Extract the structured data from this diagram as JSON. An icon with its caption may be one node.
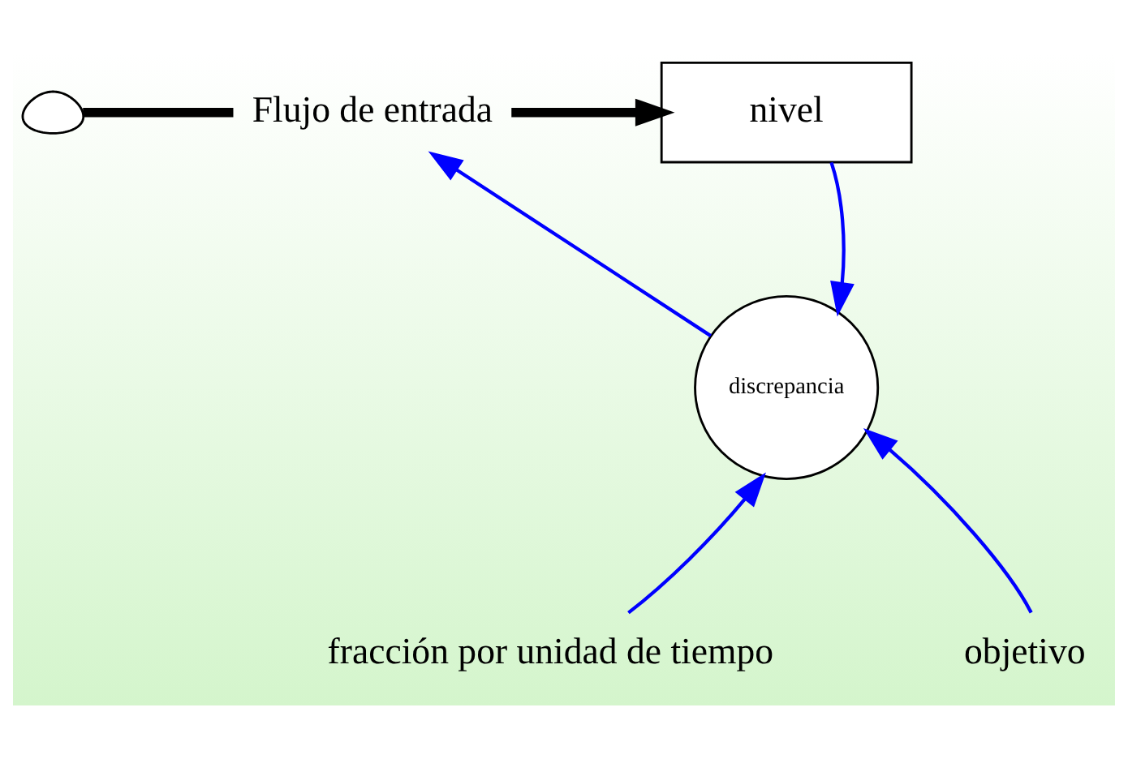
{
  "diagram": {
    "nodes": [
      {
        "text": [],
        "shape": "cloud"
      },
      {
        "text": [
          "Flujo de entrada"
        ]
      },
      {
        "text": [
          "nivel"
        ]
      },
      {
        "text": [
          "discrepancia"
        ]
      },
      {
        "text": [
          "fracción por unidad de tiempo"
        ]
      },
      {
        "text": [
          "objetivo"
        ]
      }
    ],
    "edges": [
      {
        "from": 0,
        "to": 1,
        "arrow": "none",
        "style": "thick",
        "color": "#000000"
      },
      {
        "from": 1,
        "to": 2,
        "arrow": "to",
        "style": "thick",
        "color": "#000000"
      },
      {
        "from": 2,
        "to": 3,
        "arrow": "to"
      },
      {
        "from": 3,
        "to": 1,
        "arrow": "to"
      },
      {
        "from": 4,
        "to": 3,
        "arrow": "to"
      },
      {
        "from": 5,
        "to": 3,
        "arrow": "to"
      }
    ]
  }
}
